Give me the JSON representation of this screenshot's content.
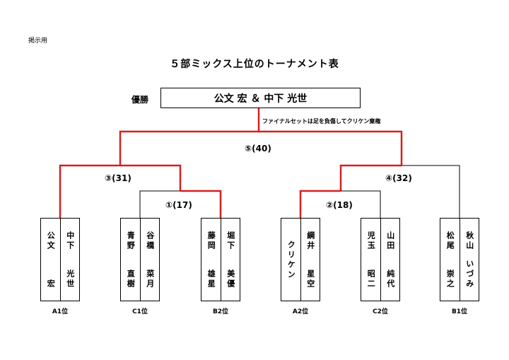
{
  "header": {
    "corner": "掲示用",
    "title": "５部ミックス上位のトーナメント表",
    "champion_label": "優勝",
    "champion": "公文 宏 ＆ 中下 光世",
    "final_note": "ファイナルセットは足を負傷してクリケン棄権"
  },
  "matches": {
    "m5": "⑤(40)",
    "m3": "③(31)",
    "m4": "④(32)",
    "m1": "①(17)",
    "m2": "②(18)"
  },
  "teams": [
    {
      "seed": "A1位",
      "p1_family": "公文",
      "p1_given": "宏",
      "p2_family": "中下",
      "p2_given": "光世"
    },
    {
      "seed": "C1位",
      "p1_family": "青野",
      "p1_given": "直樹",
      "p2_family": "谷橋",
      "p2_given": "菜月"
    },
    {
      "seed": "B2位",
      "p1_family": "藤岡",
      "p1_given": "雄星",
      "p2_family": "堀下",
      "p2_given": "美優"
    },
    {
      "seed": "A2位",
      "p1_family": "クリケン",
      "p1_given": "",
      "p2_family": "綱井",
      "p2_given": "星空"
    },
    {
      "seed": "C2位",
      "p1_family": "児玉",
      "p1_given": "昭二",
      "p2_family": "山田",
      "p2_given": "純代"
    },
    {
      "seed": "B1位",
      "p1_family": "松尾",
      "p1_given": "崇之",
      "p2_family": "秋山",
      "p2_given": "いづみ"
    }
  ],
  "colors": {
    "win_line": "#d42020",
    "line": "#000000"
  }
}
